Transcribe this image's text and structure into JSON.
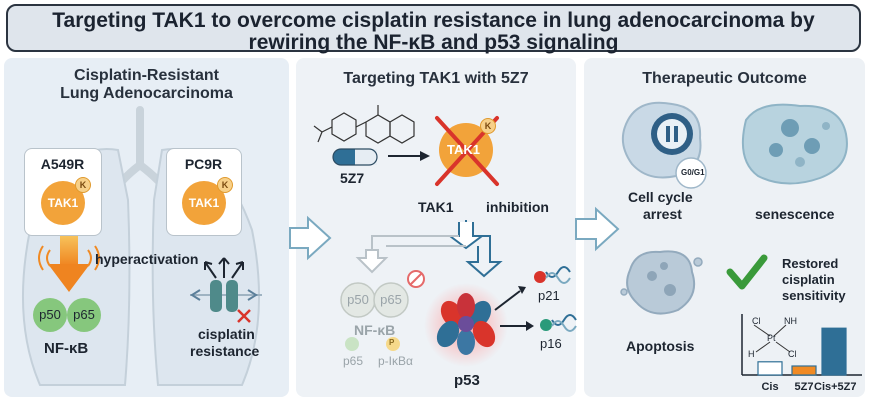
{
  "title": {
    "line1": "Targeting TAK1 to overcome cisplatin resistance in lung adenocarcinoma by",
    "line2": "rewiring the NF-κB and p53 signaling"
  },
  "left_panel": {
    "title_line1": "Cisplatin-Resistant",
    "title_line2": "Lung Adenocarcinoma",
    "cell1": "A549R",
    "cell2": "PC9R",
    "tak1": "TAK1",
    "k_badge": "K",
    "hyperactivation": "hyperactivation",
    "p50": "p50",
    "p65": "p65",
    "nfkb": "NF-κB",
    "resistance_line1": "cisplatin",
    "resistance_line2": "resistance"
  },
  "middle_panel": {
    "title": "Targeting TAK1 with 5Z7",
    "drug": "5Z7",
    "tak1": "TAK1",
    "k_badge": "K",
    "tak1_label": "TAK1",
    "inhibition": "inhibition",
    "p50": "p50",
    "p65": "p65",
    "nfkb": "NF-κB",
    "p65_small": "p65",
    "pikba": "p-IκBα",
    "p_badge": "P",
    "p53": "p53",
    "p21": "p21",
    "p16": "p16"
  },
  "right_panel": {
    "title": "Therapeutic Outcome",
    "g0g1": "G0/G1",
    "cell_cycle_line1": "Cell cycle",
    "cell_cycle_line2": "arrest",
    "senescence": "senescence",
    "apoptosis": "Apoptosis",
    "restored_line1": "Restored",
    "restored_line2": "cisplatin",
    "restored_line3": "sensitivity",
    "chem_cl1": "Cl",
    "chem_nh3_1": "NH",
    "chem_pt": "Pt",
    "chem_nh3_2": "H",
    "chem_cl2": "Cl"
  },
  "chart_data": {
    "type": "bar",
    "categories": [
      "Cis",
      "5Z7",
      "Cis+5Z7"
    ],
    "values": [
      0.22,
      0.15,
      0.78
    ],
    "colors": [
      "#ffffff",
      "#f08a24",
      "#2f6f96"
    ],
    "ylim": [
      0,
      1
    ],
    "title": "",
    "xlabel": "",
    "ylabel": ""
  },
  "colors": {
    "tak1": "#f2a33a",
    "nfkb_green": "#86c77d",
    "arrow_outline": "#7aa9c0",
    "inhibit_red": "#d9342b",
    "check_green": "#3a9a3a"
  }
}
